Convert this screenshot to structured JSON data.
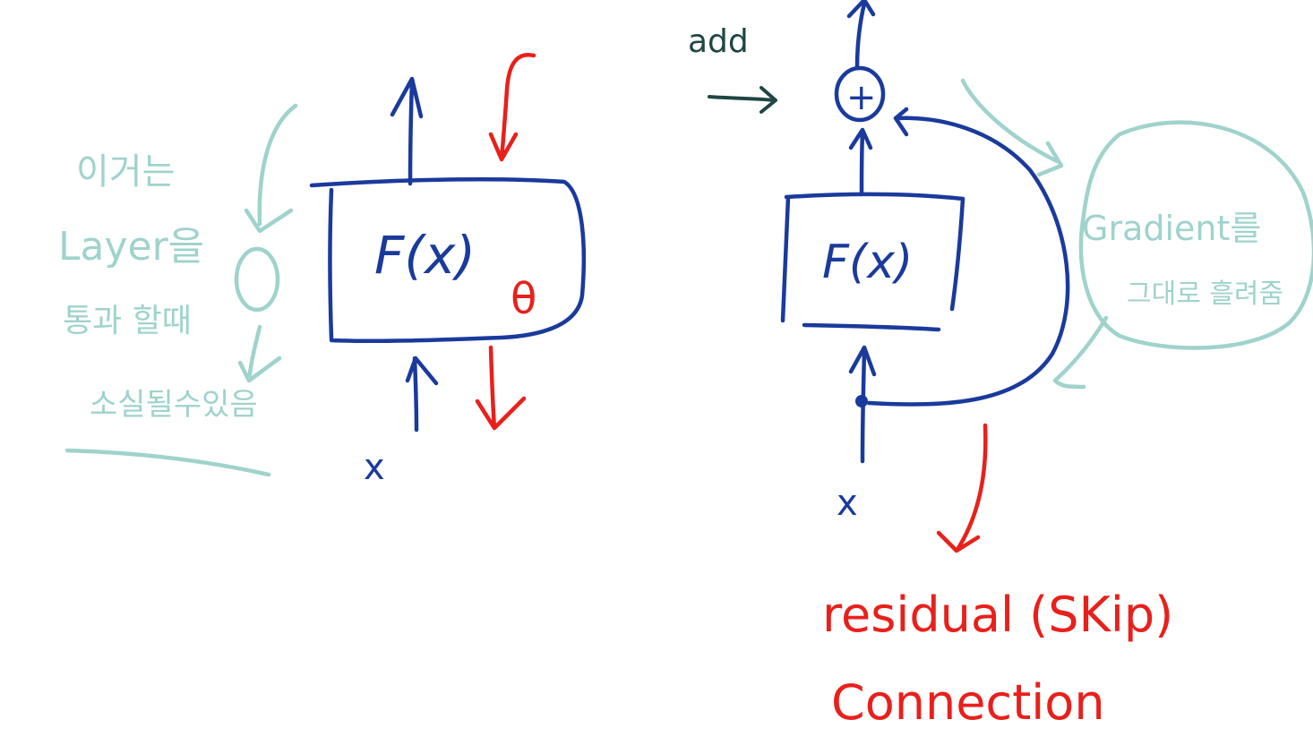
{
  "colors": {
    "blue": "#1a3a9c",
    "red": "#e8201c",
    "teal": "#9fd3cc",
    "dark": "#1f4744"
  },
  "left_block": {
    "function_label": "F(x)",
    "param_label": "θ",
    "input_label": "x"
  },
  "left_note": {
    "lines": [
      "이거는",
      "Layer을",
      "통과 할때",
      "소실될수있음"
    ]
  },
  "right_block": {
    "function_label": "F(x)",
    "input_label": "x",
    "add_label": "add",
    "plus_symbol": "+"
  },
  "right_note": {
    "lines": [
      "Gradient를",
      "그대로 흘려줌"
    ]
  },
  "residual_label": {
    "line1": "residual (SKip)",
    "line2": "Connection"
  }
}
